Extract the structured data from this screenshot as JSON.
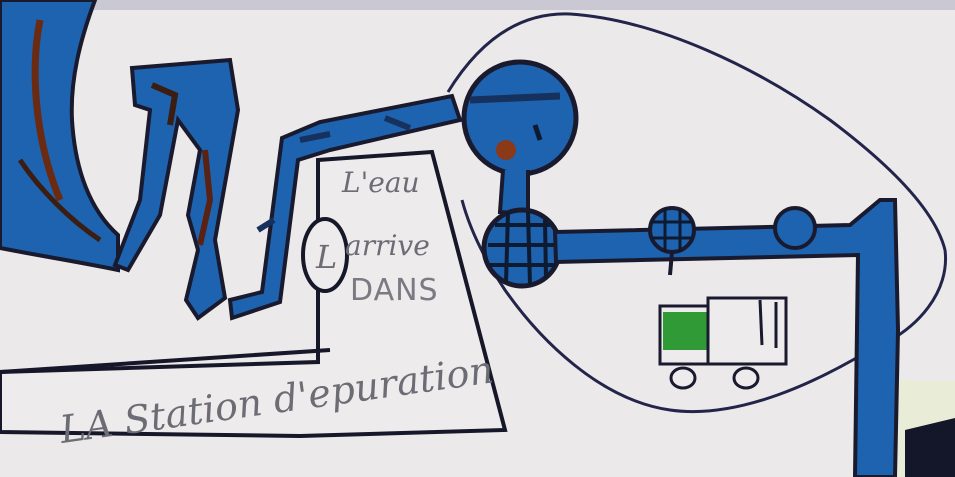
{
  "text": {
    "line1": "L'eau",
    "line2": "arrive",
    "line3": "DANS",
    "caption": "LA Station d'epuration",
    "meter_symbol": "L"
  },
  "colors": {
    "paper": "#ece9ea",
    "pipe_blue": "#1e63b0",
    "pipe_dark": "#16315e",
    "outline": "#1a1a2e",
    "pencil": "#6c6c74",
    "truck_load": "#2f9a36",
    "rust": "#6b2a12",
    "brown_dot": "#8a3a18"
  }
}
